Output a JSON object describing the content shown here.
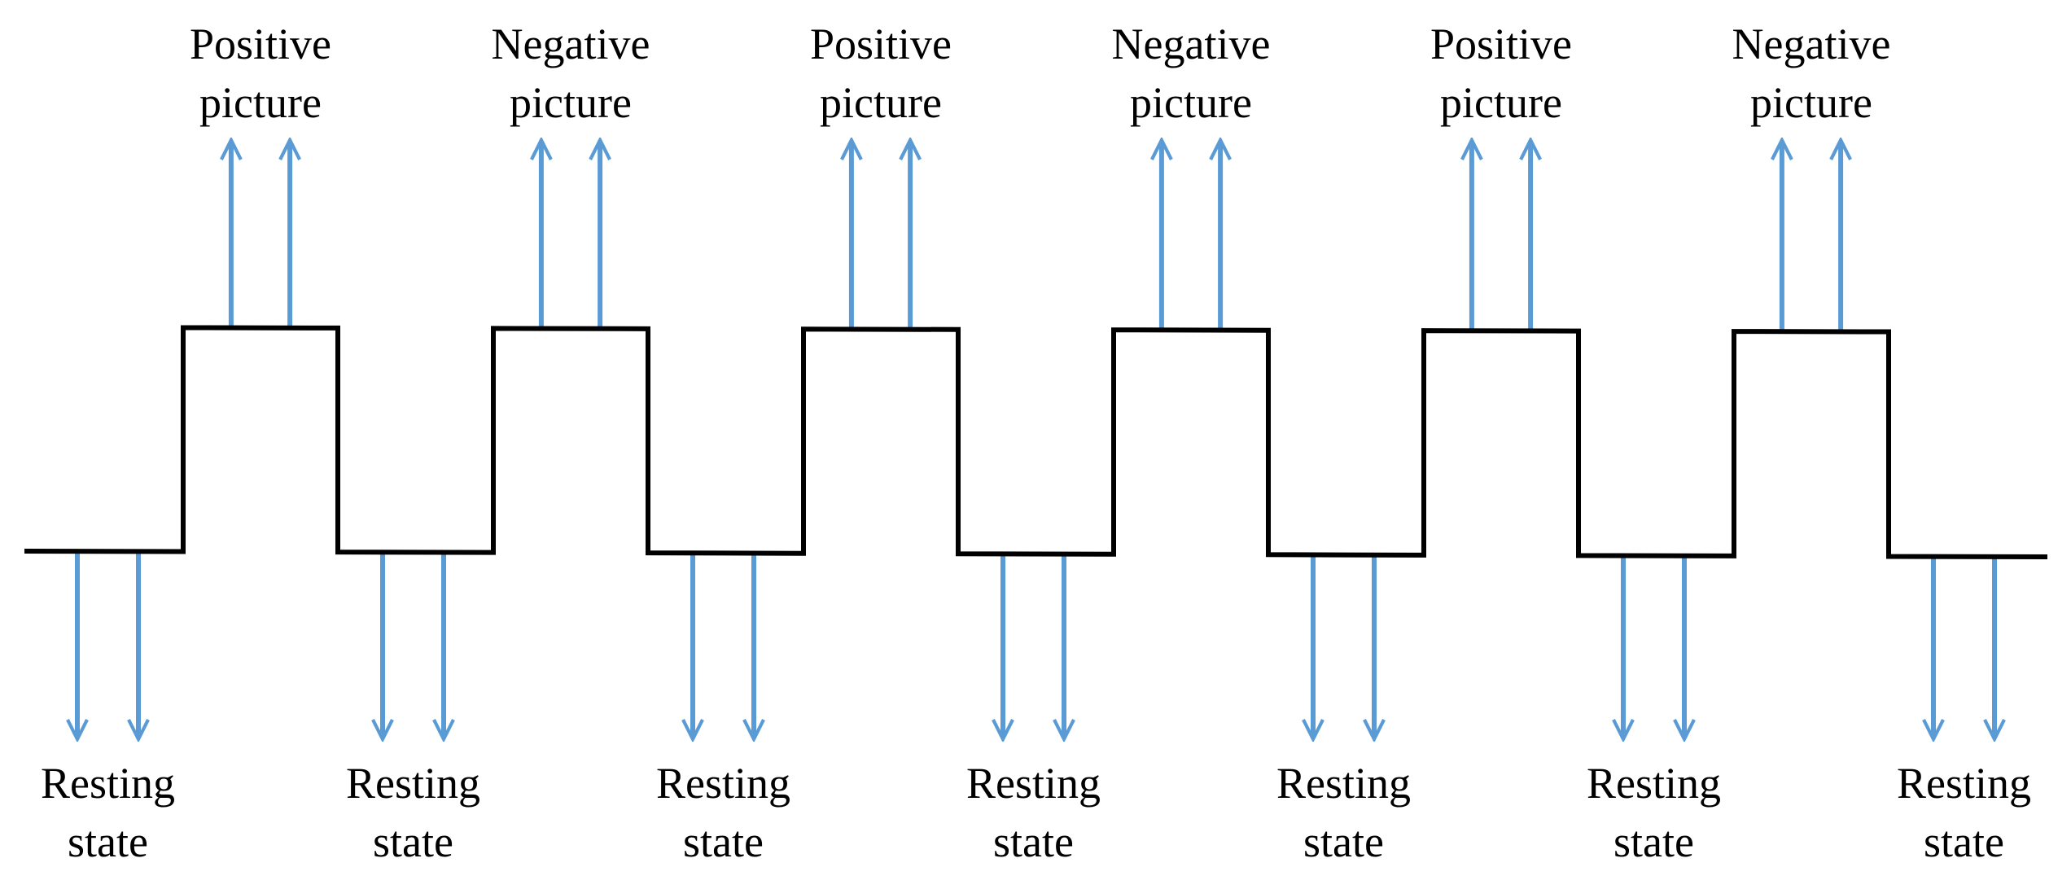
{
  "colors": {
    "background": "#ffffff",
    "waveform": "#000000",
    "arrow": "#5b9bd5"
  },
  "phases": [
    {
      "level": "low",
      "label_lines": [
        "Resting",
        "state"
      ]
    },
    {
      "level": "high",
      "label_lines": [
        "Positive",
        "picture"
      ]
    },
    {
      "level": "low",
      "label_lines": [
        "Resting",
        "state"
      ]
    },
    {
      "level": "high",
      "label_lines": [
        "Negative",
        "picture"
      ]
    },
    {
      "level": "low",
      "label_lines": [
        "Resting",
        "state"
      ]
    },
    {
      "level": "high",
      "label_lines": [
        "Positive",
        "picture"
      ]
    },
    {
      "level": "low",
      "label_lines": [
        "Resting",
        "state"
      ]
    },
    {
      "level": "high",
      "label_lines": [
        "Negative",
        "picture"
      ]
    },
    {
      "level": "low",
      "label_lines": [
        "Resting",
        "state"
      ]
    },
    {
      "level": "high",
      "label_lines": [
        "Positive",
        "picture"
      ]
    },
    {
      "level": "low",
      "label_lines": [
        "Resting",
        "state"
      ]
    },
    {
      "level": "high",
      "label_lines": [
        "Negative",
        "picture"
      ]
    },
    {
      "level": "low",
      "label_lines": [
        "Resting",
        "state"
      ]
    }
  ]
}
